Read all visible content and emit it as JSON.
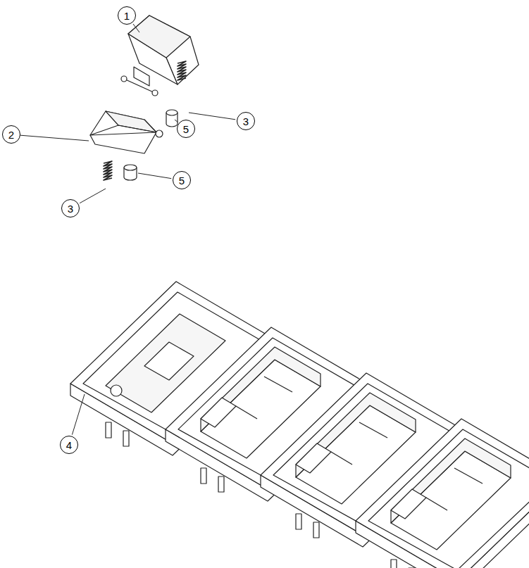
{
  "diagram": {
    "labels": [
      "1",
      "2",
      "3",
      "5",
      "5",
      "3",
      "4"
    ]
  }
}
